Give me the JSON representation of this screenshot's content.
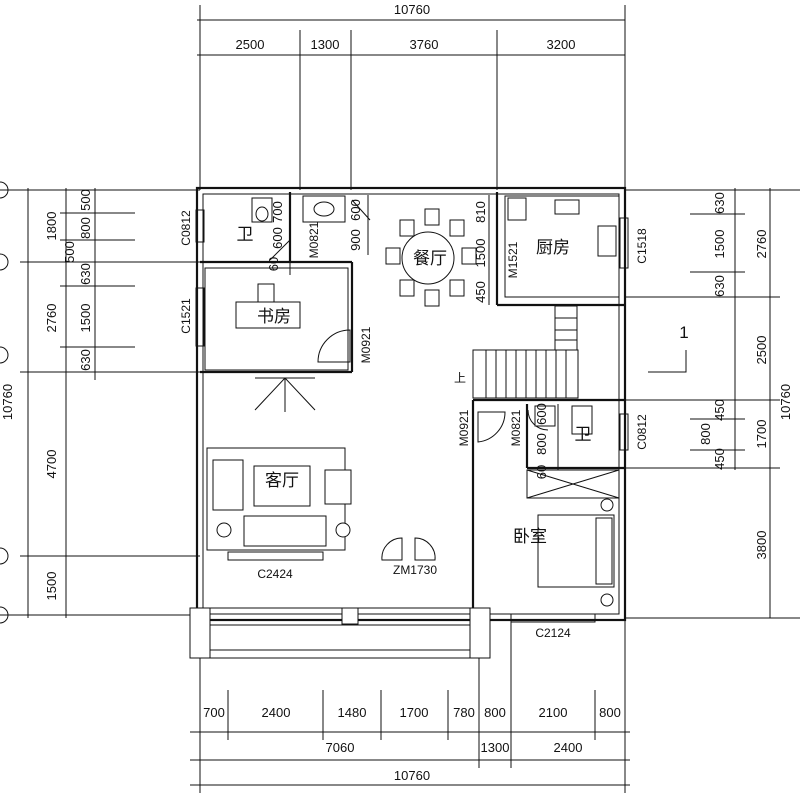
{
  "dimensions": {
    "top_total": "10760",
    "top_segments": [
      "2500",
      "1300",
      "3760",
      "3200"
    ],
    "bottom_row1": [
      "700",
      "2400",
      "1480",
      "1700",
      "780",
      "800",
      "2100",
      "800"
    ],
    "bottom_row2": [
      "7060",
      "1300",
      "2400"
    ],
    "bottom_total": "10760",
    "left_total": "10760",
    "left_outer": [
      "1800",
      "2760",
      "4700",
      "1500"
    ],
    "left_inner": [
      "500",
      "800",
      "500",
      "630",
      "1500",
      "630"
    ],
    "right_total": "10760",
    "right_outer": [
      "2760",
      "2500",
      "1700",
      "3800"
    ],
    "right_inner": [
      "630",
      "1500",
      "630",
      "450",
      "800",
      "450"
    ],
    "interior": [
      "700",
      "600",
      "600",
      "900",
      "810",
      "1500",
      "450",
      "800",
      "600",
      "60",
      "60"
    ]
  },
  "rooms": {
    "bathroom_1": "卫",
    "study": "书房",
    "dining": "餐厅",
    "kitchen": "厨房",
    "living": "客厅",
    "bathroom_2": "卫",
    "bedroom": "卧室"
  },
  "openings": {
    "c0812_left": "C0812",
    "m0821_top": "M0821",
    "m1521": "M1521",
    "c1518": "C1518",
    "c1521": "C1521",
    "m0921_study": "M0921",
    "m0921_bed": "M0921",
    "m0821_bath": "M0821",
    "c0812_right": "C0812",
    "c2424": "C2424",
    "zm1730": "ZM1730",
    "c2124": "C2124"
  },
  "marks": {
    "stair_up": "上",
    "north_number": "1"
  }
}
